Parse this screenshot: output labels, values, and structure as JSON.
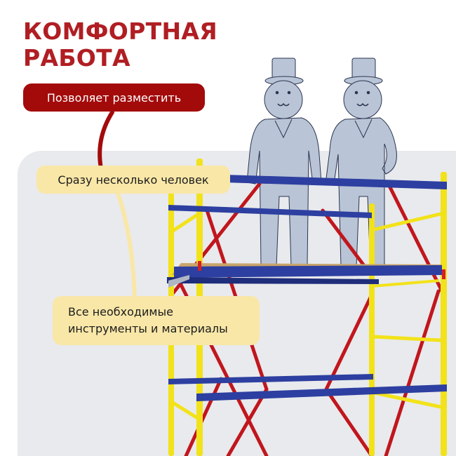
{
  "title": {
    "line1": "КОМФОРТНАЯ",
    "line2": "РАБОТА"
  },
  "callouts": {
    "main": "Позволяет разместить",
    "item1": "Сразу несколько человек",
    "item2_line1": "Все необходимые",
    "item2_line2": "инструменты и материалы"
  },
  "colors": {
    "title": "#b01e23",
    "main_pill": "#a30b0b",
    "sub_pill": "#f9e7a8",
    "panel": "#e8eaed",
    "scaffold_frame": "#f2e21a",
    "scaffold_brace": "#c1161d",
    "scaffold_rail": "#2d3fa0",
    "figure": "#b9c4d6"
  },
  "illustration": {
    "figures": [
      "gentleman-figure-left",
      "gentleman-figure-right"
    ],
    "object": "mobile-scaffold-tower"
  }
}
